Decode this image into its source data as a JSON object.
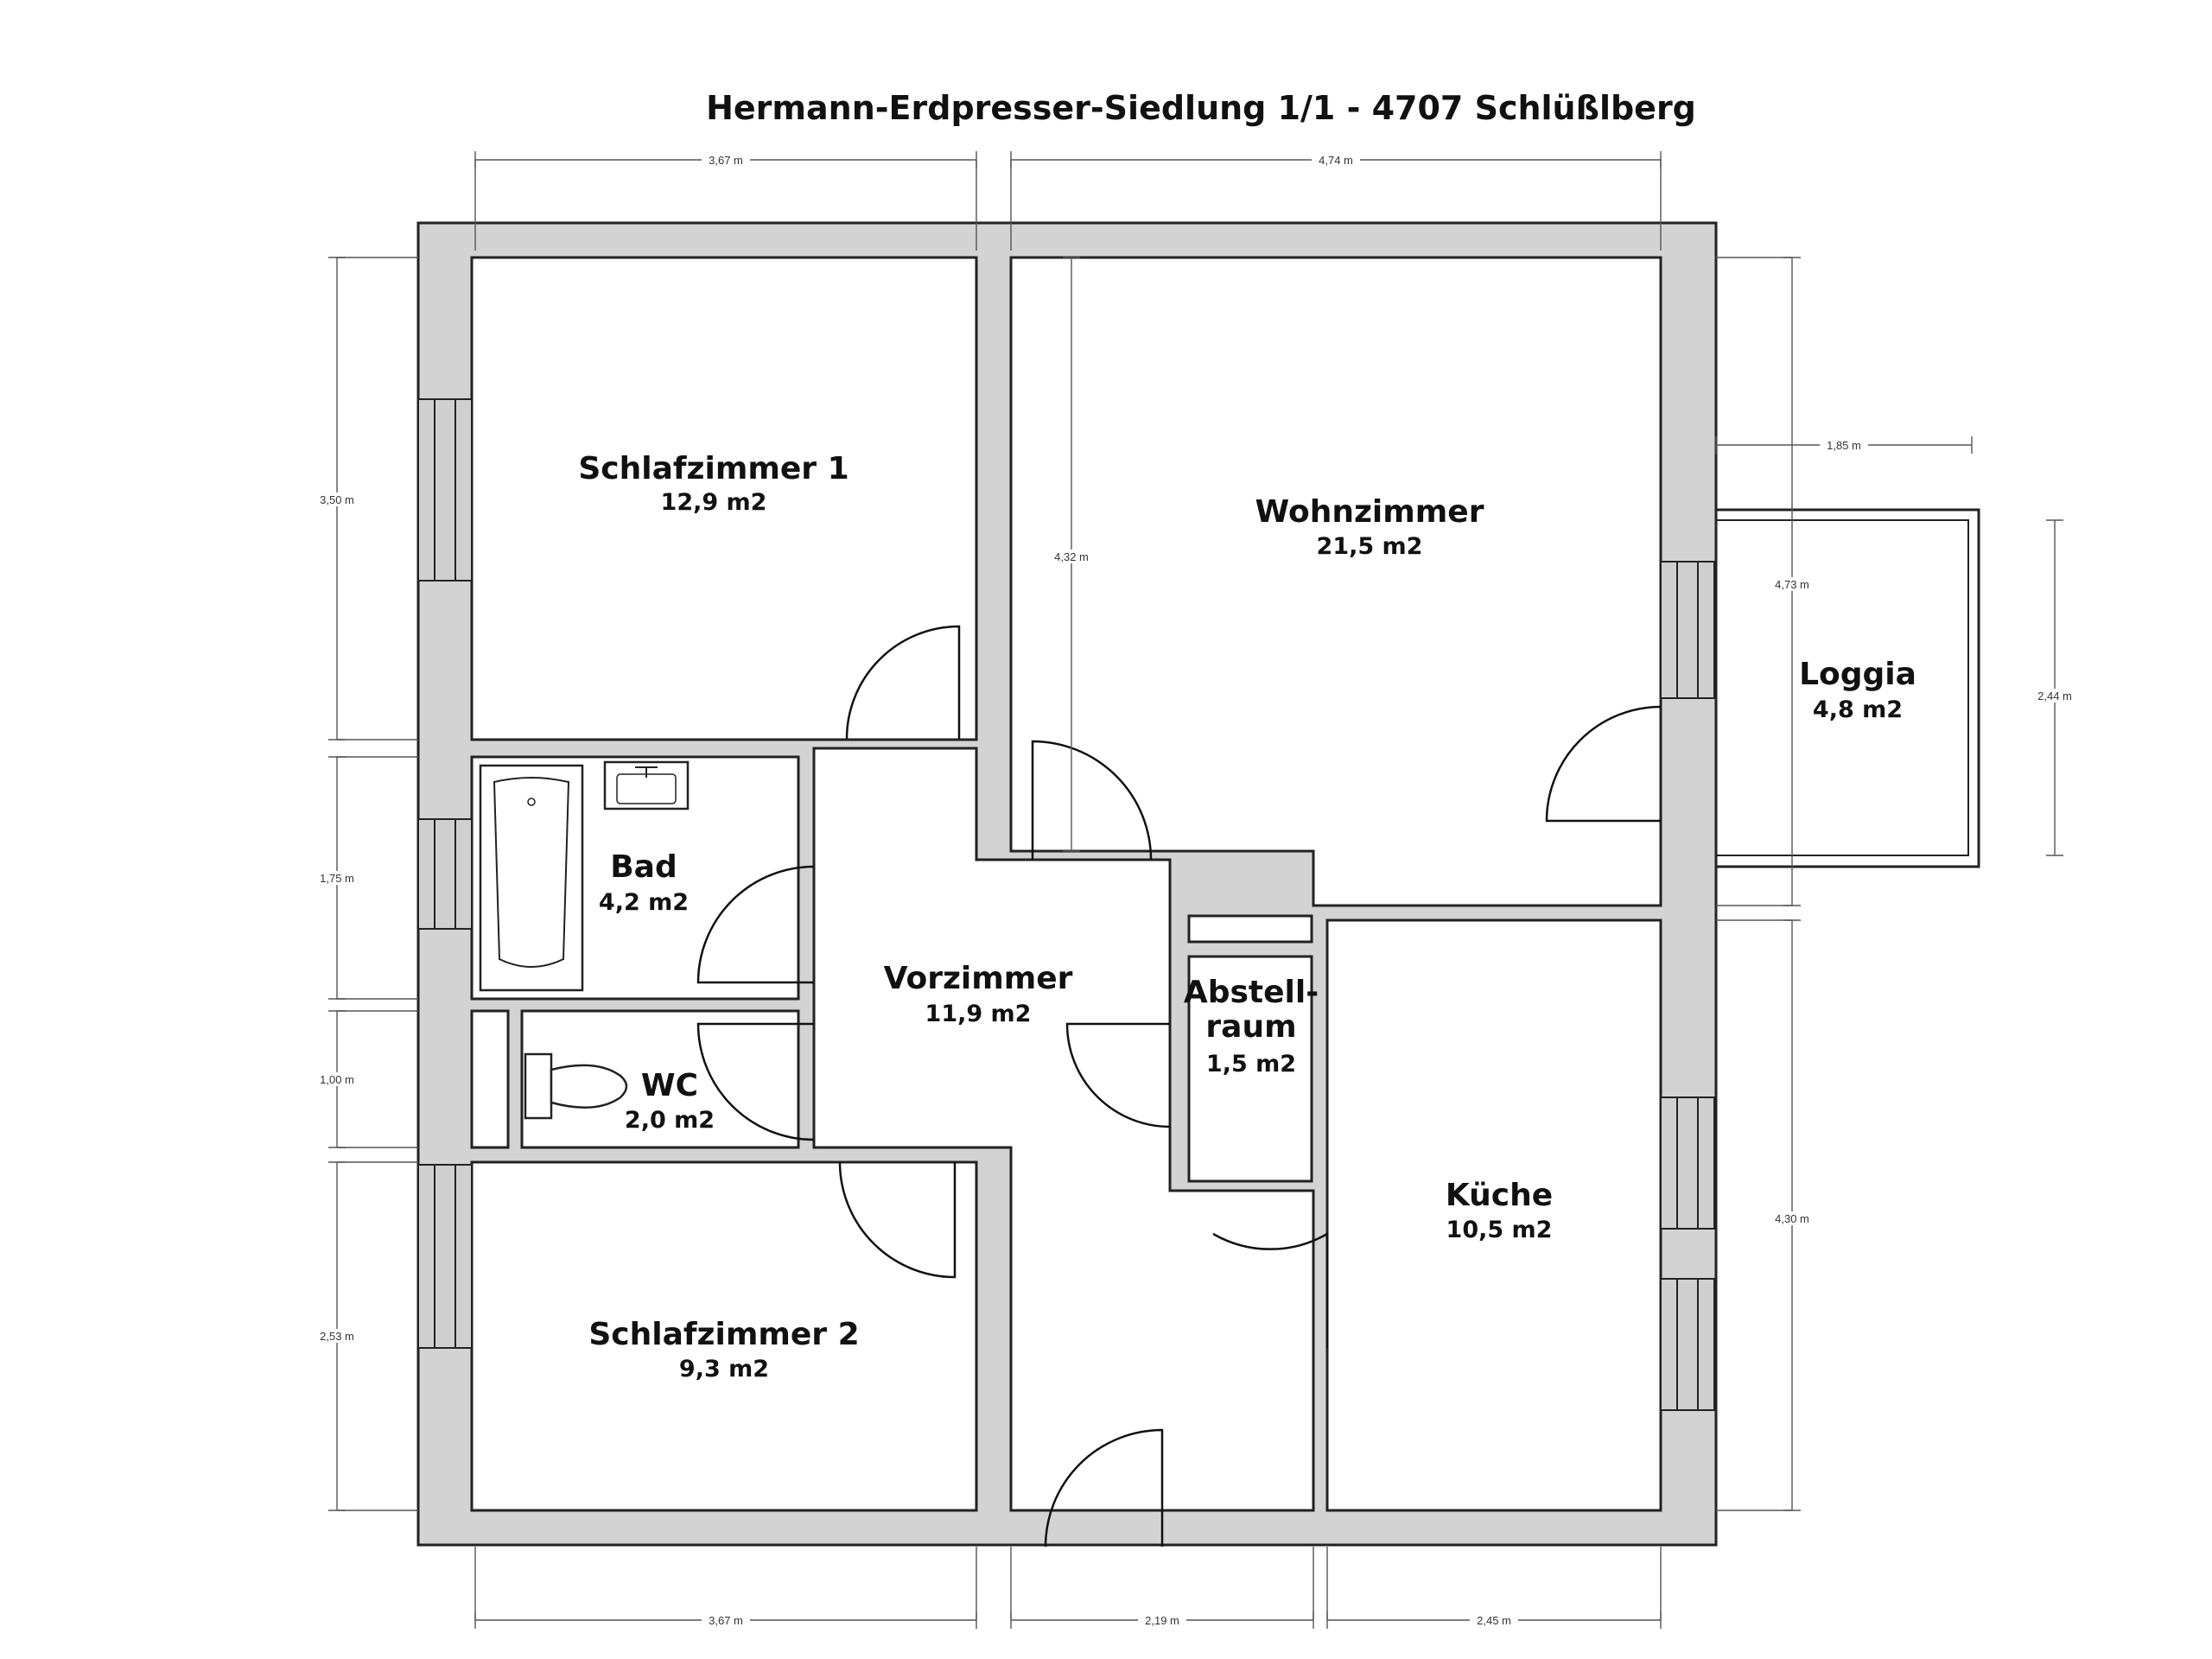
{
  "title": "Hermann-Erdpresser-Siedlung 1/1 - 4707 Schlüßlberg",
  "rooms": {
    "schlafzimmer1": {
      "name": "Schlafzimmer 1",
      "area": "12,9 m2"
    },
    "wohnzimmer": {
      "name": "Wohnzimmer",
      "area": "21,5 m2"
    },
    "loggia": {
      "name": "Loggia",
      "area": "4,8 m2"
    },
    "bad": {
      "name": "Bad",
      "area": "4,2 m2"
    },
    "vorzimmer": {
      "name": "Vorzimmer",
      "area": "11,9 m2"
    },
    "abstellraum": {
      "name_line1": "Abstell-",
      "name_line2": "raum",
      "area": "1,5 m2"
    },
    "wc": {
      "name": "WC",
      "area": "2,0 m2"
    },
    "kueche": {
      "name": "Küche",
      "area": "10,5 m2"
    },
    "schlafzimmer2": {
      "name": "Schlafzimmer 2",
      "area": "9,3 m2"
    }
  },
  "dimensions": {
    "top_left": "3,67 m",
    "top_right": "4,74 m",
    "loggia_width": "1,85 m",
    "left_schlafzimmer1": "3,50 m",
    "left_bad": "1,75 m",
    "left_wc": "1,00 m",
    "left_schlafzimmer2": "2,53 m",
    "wohnzimmer_height": "4,32 m",
    "right_upper": "4,73 m",
    "right_lower": "4,30 m",
    "loggia_height": "2,44 m",
    "bottom_left": "3,67 m",
    "bottom_middle": "2,19 m",
    "bottom_right": "2,45 m"
  }
}
